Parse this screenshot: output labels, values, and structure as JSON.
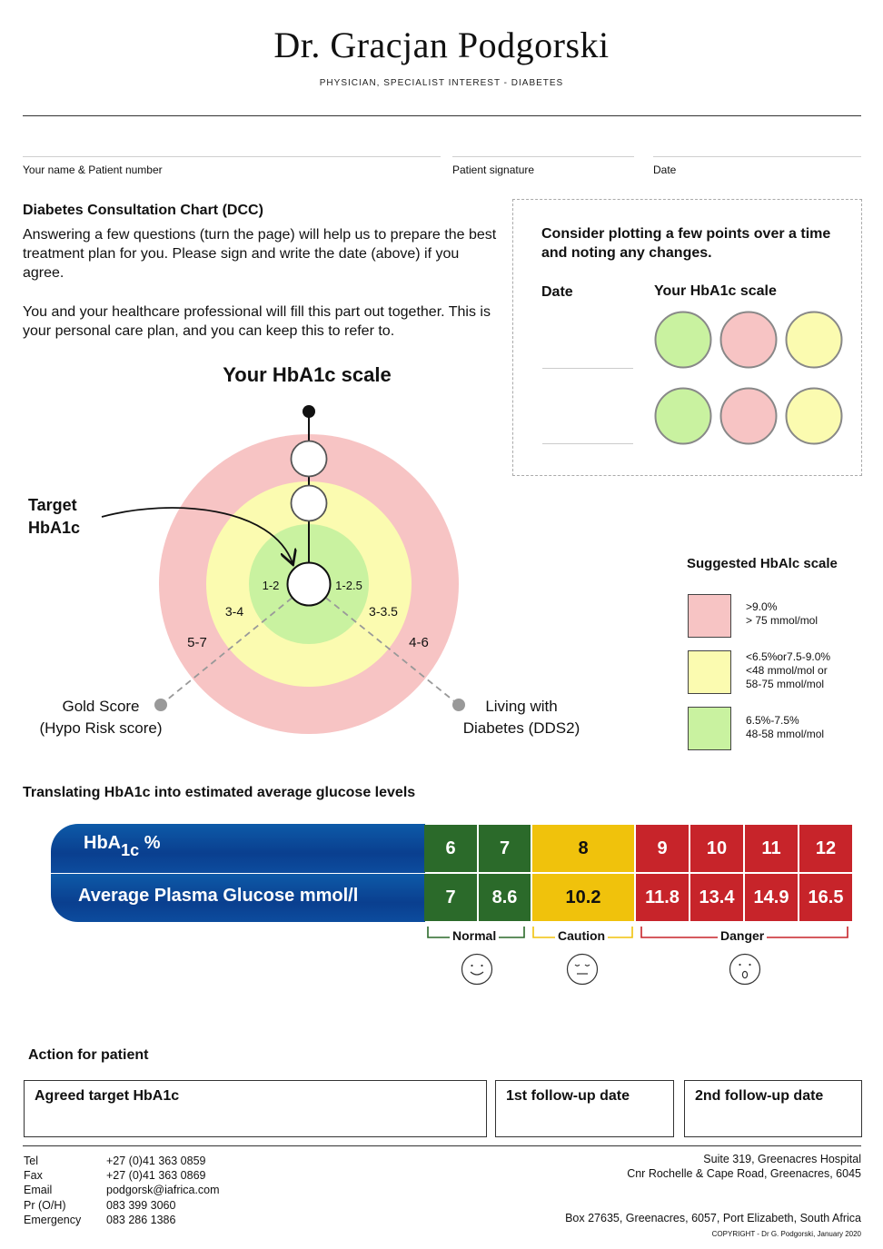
{
  "header": {
    "title": "Dr. Gracjan Podgorski",
    "subtitle": "PHYSICIAN, SPECIALIST INTEREST - DIABETES"
  },
  "fields": {
    "name_label": "Your name & Patient number",
    "signature_label": "Patient signature",
    "date_label": "Date"
  },
  "intro": {
    "title": "Diabetes Consultation Chart (DCC)",
    "paragraph1": "Answering a few questions (turn the page) will help us to prepare the best treatment plan for you. Please sign and write the date (above) if you agree.",
    "paragraph2": "You and your healthcare professional will fill this part out together. This is your personal care plan, and you can keep this to refer to."
  },
  "plot_box": {
    "heading": "Consider plotting a few points over a time and noting any changes.",
    "date_label": "Date",
    "scale_label": "Your HbA1c scale",
    "circle_colors": [
      "#c9f2a0",
      "#f7c4c4",
      "#fbfbb0"
    ]
  },
  "scale_diagram": {
    "title": "Your HbA1c scale",
    "target_label_line1": "Target",
    "target_label_line2": "HbA1c",
    "ring_labels": {
      "inner_left": "1-2",
      "inner_right": "1-2.5",
      "middle_left": "3-4",
      "middle_right": "3-3.5",
      "outer_left": "5-7",
      "outer_right": "4-6"
    },
    "left_axis_line1": "Gold Score",
    "left_axis_line2": "(Hypo Risk score)",
    "right_axis_line1": "Living with",
    "right_axis_line2": "Diabetes (DDS2)",
    "colors": {
      "outer": "#f7c4c4",
      "middle": "#fbfbb0",
      "inner": "#c9f2a0"
    }
  },
  "legend": {
    "title": "Suggested HbAlc scale",
    "items": [
      {
        "color": "#f7c4c4",
        "line1": ">9.0%",
        "line2": "> 75 mmol/mol",
        "line3": ""
      },
      {
        "color": "#fbfbb0",
        "line1": "<6.5%or7.5-9.0%",
        "line2": "<48 mmol/mol or",
        "line3": "58-75 mmol/mol"
      },
      {
        "color": "#c9f2a0",
        "line1": "6.5%-7.5%",
        "line2": "48-58 mmol/mol",
        "line3": ""
      }
    ]
  },
  "glucose": {
    "title": "Translating HbA1c into estimated average glucose levels",
    "hba1c_label": "HbA",
    "hba1c_sub": "1c",
    "hba1c_unit": "%",
    "apg_label": "Average Plasma Glucose mmol/l",
    "hba1c_values": [
      "6",
      "7",
      "8",
      "9",
      "10",
      "11",
      "12"
    ],
    "glucose_values": [
      "7",
      "8.6",
      "10.2",
      "11.8",
      "13.4",
      "14.9",
      "16.5"
    ],
    "zones": {
      "normal": "Normal",
      "caution": "Caution",
      "danger": "Danger"
    },
    "zone_colors": {
      "normal": "#2b6a2a",
      "caution": "#f0c20c",
      "danger": "#c7242a"
    }
  },
  "action": {
    "title": "Action for patient",
    "box1": "Agreed target HbA1c",
    "box2": "1st follow-up date",
    "box3": "2nd follow-up date"
  },
  "footer": {
    "tel_label": "Tel",
    "tel": "+27 (0)41 363 0859",
    "fax_label": "Fax",
    "fax": "+27 (0)41 363 0869",
    "email_label": "Email",
    "email": "podgorsk@iafrica.com",
    "pr_label": "Pr (O/H)",
    "pr": "083 399 3060",
    "emergency_label": "Emergency",
    "emergency": "083 286 1386",
    "address1": "Suite 319, Greenacres Hospital",
    "address2": "Cnr Rochelle & Cape Road, Greenacres, 6045",
    "address3": "Box 27635, Greenacres, 6057, Port Elizabeth, South Africa",
    "copyright": "COPYRIGHT - Dr G. Podgorski, January 2020"
  }
}
